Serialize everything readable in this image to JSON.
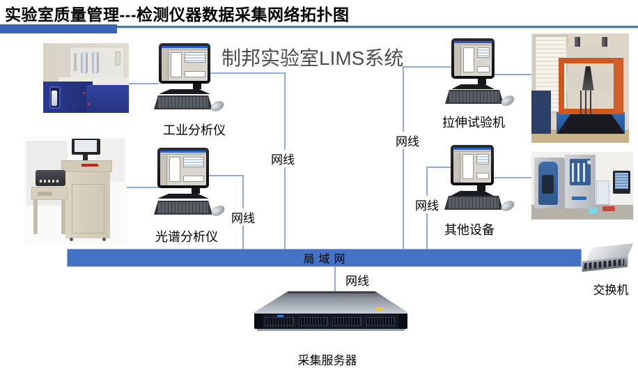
{
  "title": "实验室质量管理---检测仪器数据采集网络拓扑图",
  "lims_title": "制邦实验室LIMS系统",
  "devices": [
    {
      "label": "工业分析仪"
    },
    {
      "label": "光谱分析仪"
    },
    {
      "label": "拉伸试验机"
    },
    {
      "label": "其他设备"
    }
  ],
  "network": {
    "cable_label": "网线",
    "lan_label": "局域网",
    "switch_label": "交换机",
    "server_label": "采集服务器"
  },
  "colors": {
    "accent": "#4472C4",
    "accent_dark": "#3A63B5",
    "cable": "#8FAADC",
    "lan_fill": "#4472C4",
    "lan_border": "#9AB0DA",
    "lims_text": "#4D4D4D"
  }
}
